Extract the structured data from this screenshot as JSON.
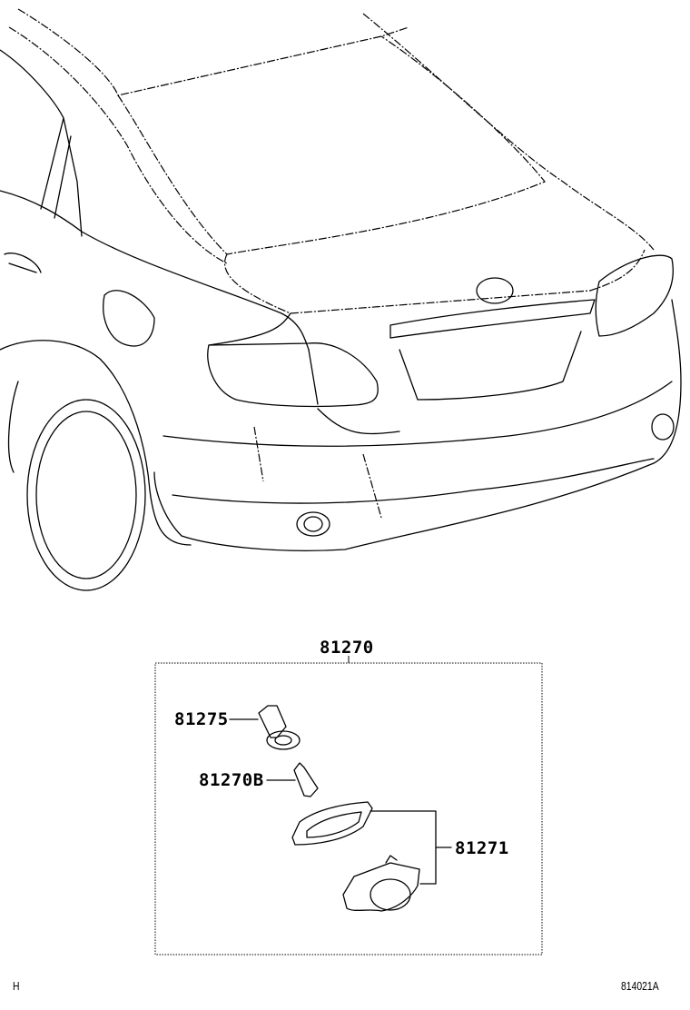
{
  "diagram": {
    "assembly_label": "81270",
    "parts": [
      {
        "number": "81275"
      },
      {
        "number": "81270B"
      },
      {
        "number": "81271"
      }
    ],
    "footer_left": "H",
    "footer_right": "814021A",
    "line_color": "#000000",
    "background_color": "#ffffff"
  }
}
